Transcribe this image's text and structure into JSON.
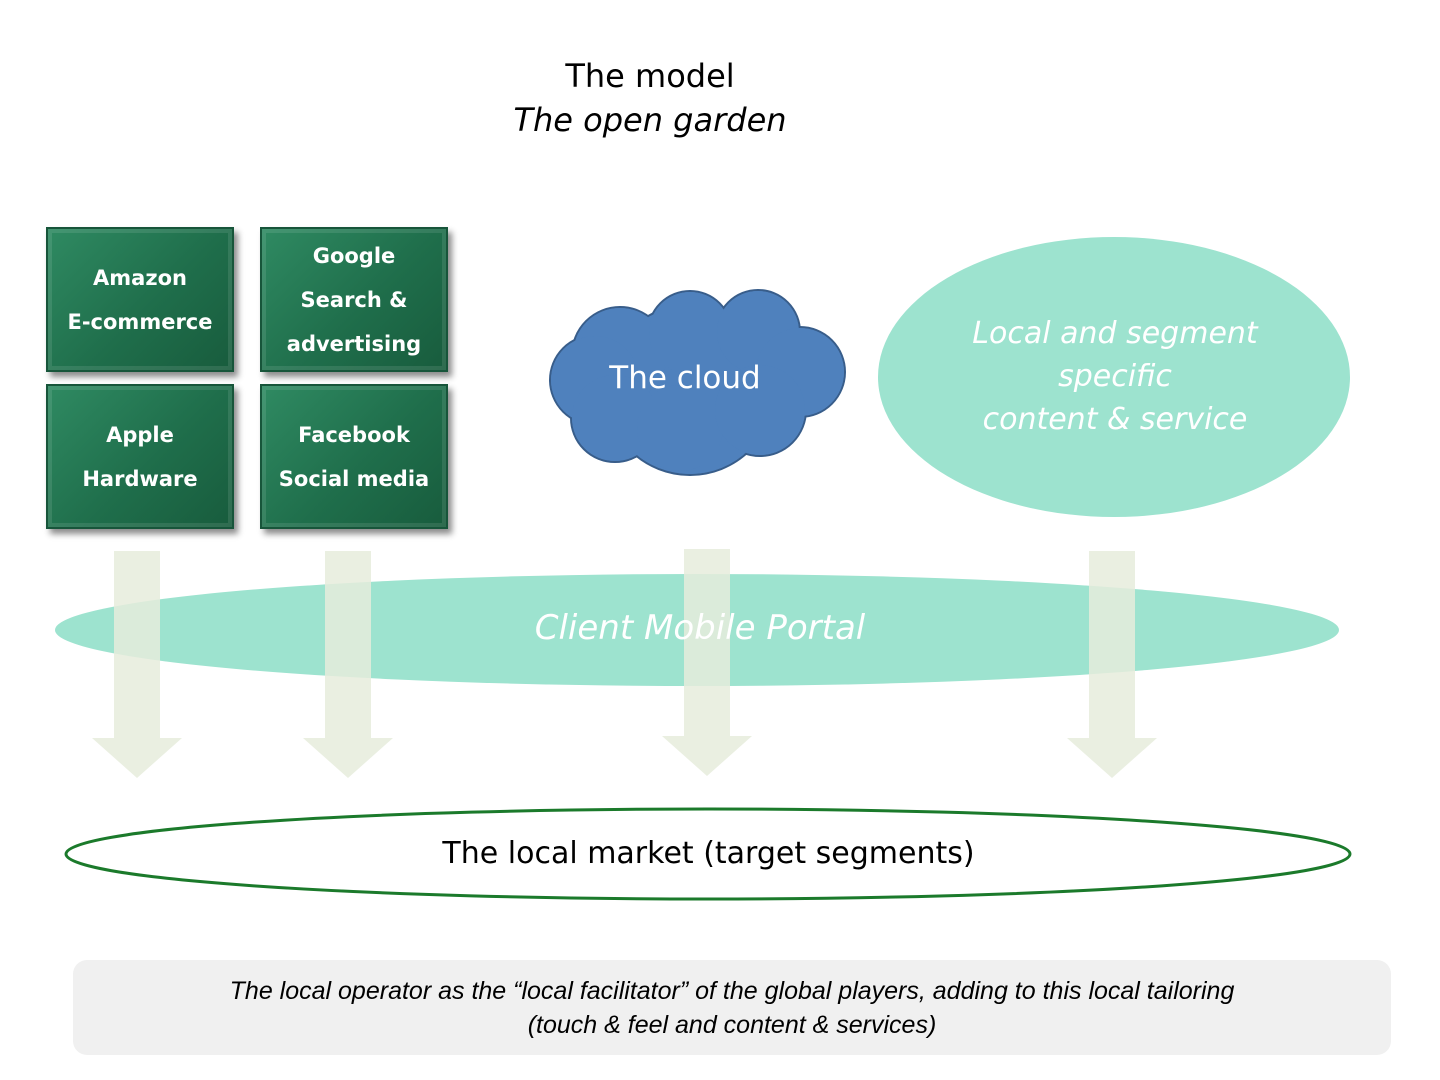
{
  "title": {
    "line1": "The model",
    "line2": "The open garden"
  },
  "players": [
    {
      "line1": "Amazon",
      "line2": "E-commerce",
      "line3": ""
    },
    {
      "line1": "Google",
      "line2": "Search &",
      "line3": "advertising"
    },
    {
      "line1": "Apple",
      "line2": "Hardware",
      "line3": ""
    },
    {
      "line1": "Facebook",
      "line2": "Social media",
      "line3": ""
    }
  ],
  "cloud": {
    "label": "The cloud"
  },
  "local_content": {
    "line1": "Local and segment",
    "line2": "specific",
    "line3": "content & service"
  },
  "portal": {
    "label": "Client Mobile Portal"
  },
  "market": {
    "label": "The local market (target segments)"
  },
  "note": {
    "line1": "The local operator as the “local facilitator” of the global players, adding to this local tailoring",
    "line2": "(touch & feel and content & services)"
  },
  "colors": {
    "player_green": "#1f6e4b",
    "cloud_blue": "#4f81bd",
    "mint": "#9de3cf",
    "arrow": "#e6ecdc",
    "market_outline": "#1b7a2b"
  },
  "icons": {
    "flow_arrows": "down-arrow-icon"
  }
}
